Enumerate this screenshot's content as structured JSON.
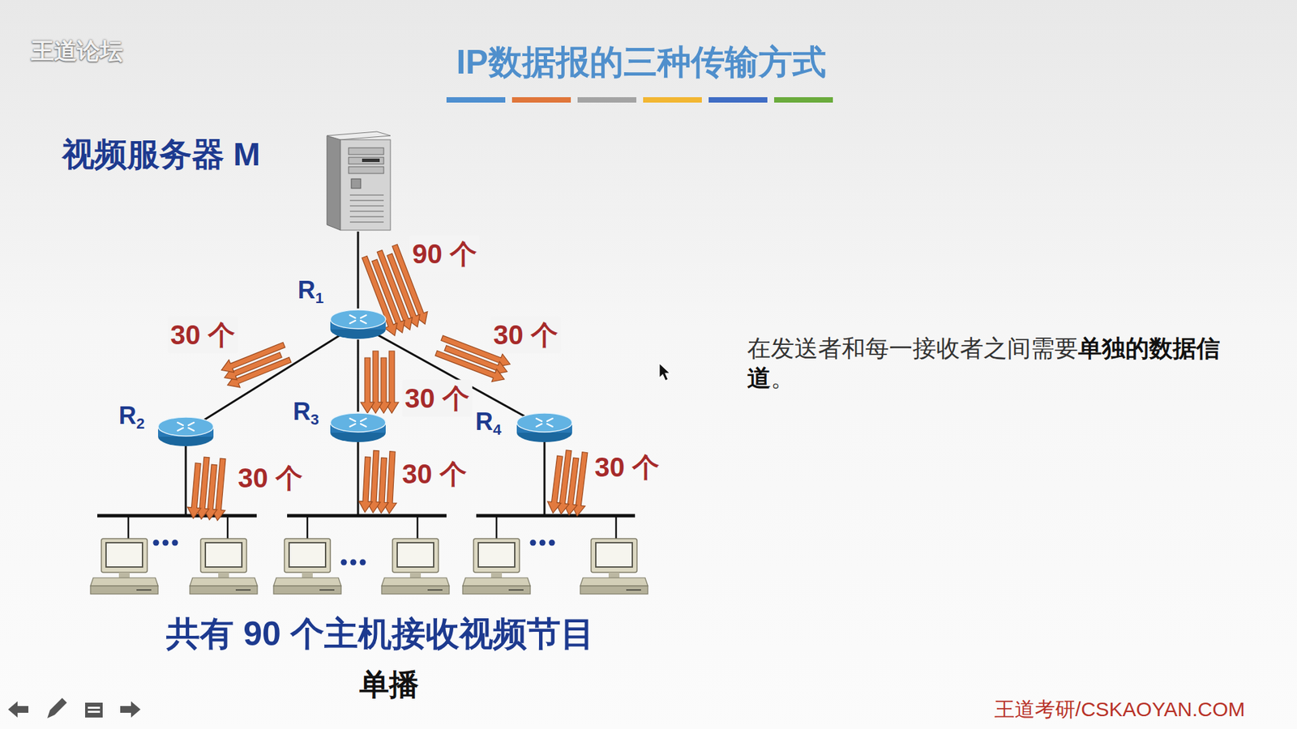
{
  "diagram": {
    "title": "IP数据报的三种传输方式",
    "caption": "单播",
    "nodes": [
      {
        "text": [
          "视频服务器 M"
        ]
      },
      {
        "text": [
          "R1"
        ]
      },
      {
        "text": [
          "R2"
        ]
      },
      {
        "text": [
          "R3"
        ]
      },
      {
        "text": [
          "R4"
        ]
      }
    ],
    "edges": [
      {
        "from": 0,
        "to": 1,
        "arrow": "none",
        "label": "90 个"
      },
      {
        "from": 1,
        "to": 2,
        "arrow": "none",
        "label": "30 个"
      },
      {
        "from": 1,
        "to": 3,
        "arrow": "none",
        "label": "30 个"
      },
      {
        "from": 1,
        "to": 4,
        "arrow": "none",
        "label": "30 个"
      }
    ],
    "labels": [
      "王道论坛",
      "30 个",
      "30 个",
      "30 个",
      "共有 90 个主机接收视频节目",
      "在发送者和每一接收者之间需要",
      "单独的数据信道",
      "。",
      "王道考研/CSKAOYAN.COM"
    ]
  }
}
